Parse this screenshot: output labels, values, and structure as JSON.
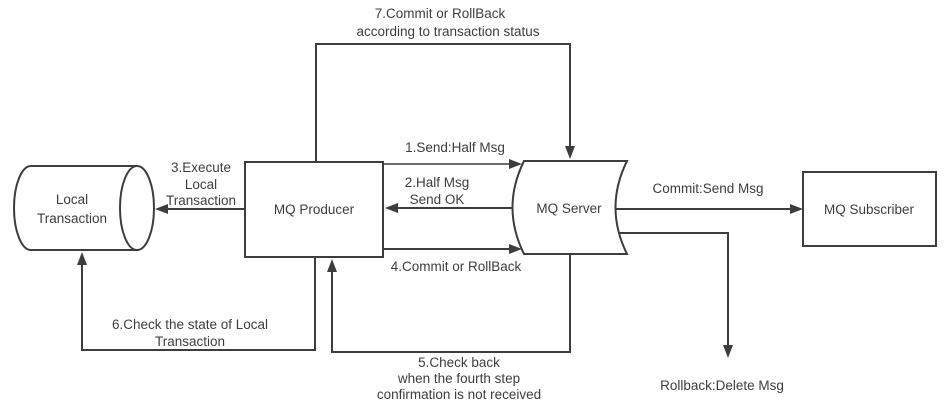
{
  "nodes": {
    "local_transaction": {
      "lines": [
        "Local",
        "Transaction"
      ]
    },
    "mq_producer": {
      "label": "MQ Producer"
    },
    "mq_server": {
      "label": "MQ Server"
    },
    "mq_subscriber": {
      "label": "MQ Subscriber"
    }
  },
  "edges": {
    "commit_rollback_by_status": {
      "lines": [
        "7.Commit or RollBack",
        "according to transaction status"
      ]
    },
    "send_half_msg": {
      "label": "1.Send:Half Msg"
    },
    "half_msg_send_ok": {
      "lines": [
        "2.Half Msg",
        "Send OK"
      ]
    },
    "execute_local_transaction": {
      "lines": [
        "3.Execute",
        "Local",
        "Transaction"
      ]
    },
    "commit_or_rollback": {
      "label": "4.Commit or RollBack"
    },
    "check_back": {
      "lines": [
        "5.Check back",
        "when the fourth step",
        "confirmation is not received"
      ]
    },
    "check_local_state": {
      "lines": [
        "6.Check the state of Local",
        "Transaction"
      ]
    },
    "commit_send_msg": {
      "label": "Commit:Send Msg"
    },
    "rollback_delete_msg": {
      "label": "Rollback:Delete Msg"
    }
  },
  "colors": {
    "line": "#3d3d3d",
    "text": "#3d3d3d",
    "background": "#ffffff"
  }
}
